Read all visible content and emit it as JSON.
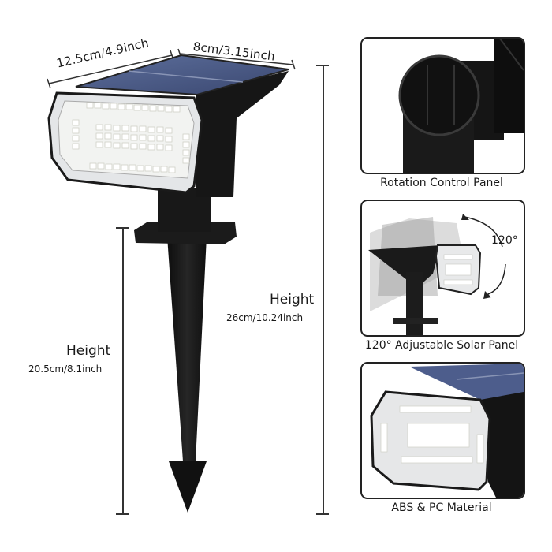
{
  "dimensions": {
    "width": "12.5cm/4.9inch",
    "depth": "8cm/3.15inch",
    "total_height_label": "Height",
    "total_height_value": "26cm/10.24inch",
    "stake_height_label": "Height",
    "stake_height_value": "20.5cm/8.1inch"
  },
  "panels": [
    {
      "caption": "Rotation Control Panel"
    },
    {
      "caption": "120° Adjustable Solar Panel",
      "angle": "120°"
    },
    {
      "caption": "ABS & PC Material"
    }
  ],
  "colors": {
    "body": "#141414",
    "solar": "#4a5a86",
    "led": "#fbfbf2",
    "frame": "#d8dadc"
  }
}
